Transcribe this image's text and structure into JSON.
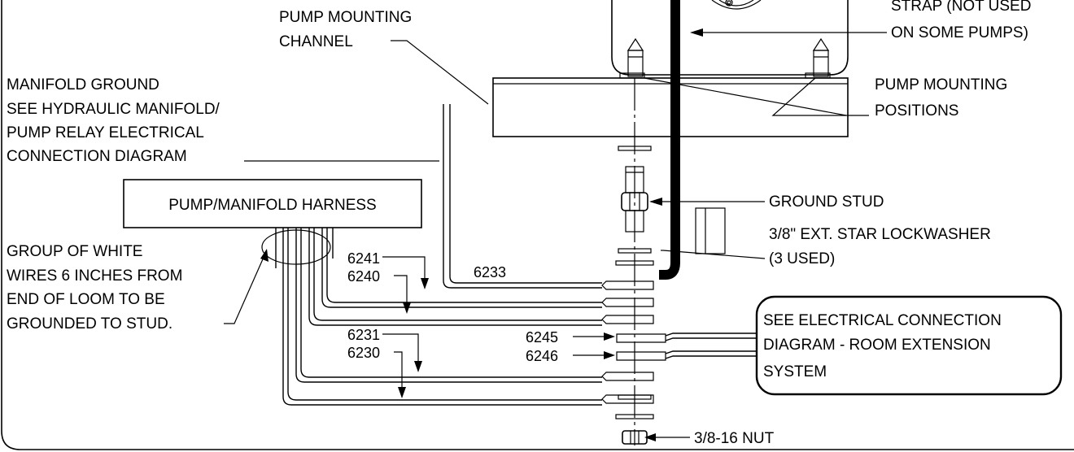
{
  "labels": {
    "pump_mounting_channel_1": "PUMP MOUNTING",
    "pump_mounting_channel_2": "CHANNEL",
    "strap_1": "STRAP (NOT USED",
    "strap_2": "ON SOME PUMPS)",
    "manifold_ground_1": "MANIFOLD GROUND",
    "manifold_ground_2": "SEE HYDRAULIC MANIFOLD/",
    "manifold_ground_3": "PUMP RELAY ELECTRICAL",
    "manifold_ground_4": "CONNECTION DIAGRAM",
    "pump_mounting_positions_1": "PUMP MOUNTING",
    "pump_mounting_positions_2": "POSITIONS",
    "harness": "PUMP/MANIFOLD HARNESS",
    "ground_stud": "GROUND STUD",
    "lockwasher_1": "3/8\" EXT. STAR LOCKWASHER",
    "lockwasher_2": "(3 USED)",
    "white_wires_1": "GROUP OF WHITE",
    "white_wires_2": "WIRES 6 INCHES FROM",
    "white_wires_3": "END OF LOOM TO BE",
    "white_wires_4": "GROUNDED TO STUD.",
    "see_elec_1": "SEE ELECTRICAL CONNECTION",
    "see_elec_2": "DIAGRAM - ROOM EXTENSION",
    "see_elec_3": "SYSTEM",
    "nut": "3/8-16 NUT"
  },
  "wire_numbers": {
    "w6233": "6233",
    "w6241": "6241",
    "w6240": "6240",
    "w6231": "6231",
    "w6230": "6230",
    "w6245": "6245",
    "w6246": "6246"
  }
}
